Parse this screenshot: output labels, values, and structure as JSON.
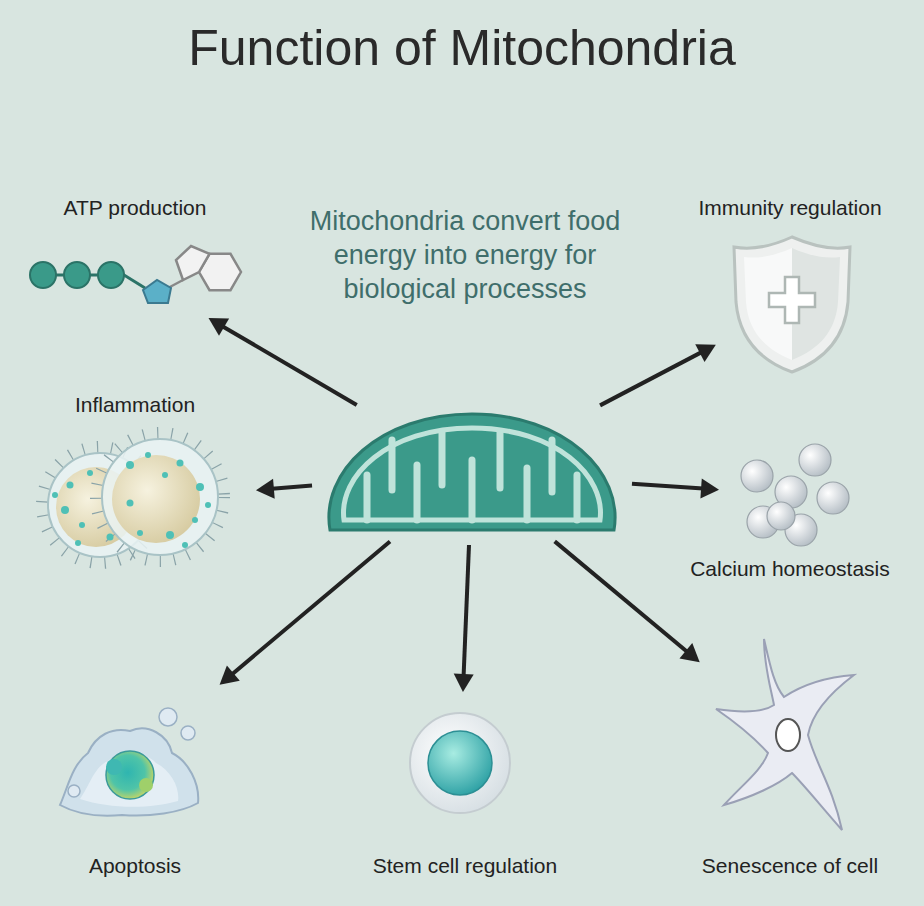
{
  "diagram": {
    "title": "Function of Mitochondria",
    "nodes": [
      {
        "text": [
          "Mitochondria convert food energy into energy for biological processes"
        ]
      },
      {
        "text": [
          "ATP production"
        ]
      },
      {
        "text": [
          "Immunity regulation"
        ]
      },
      {
        "text": [
          "Inflammation"
        ]
      },
      {
        "text": [
          "Calcium homeostasis"
        ]
      },
      {
        "text": [
          "Apoptosis"
        ]
      },
      {
        "text": [
          "Stem cell regulation"
        ]
      },
      {
        "text": [
          "Senescence of cell"
        ]
      }
    ],
    "edges": [
      {
        "from": 0,
        "to": 1,
        "arrow": "to"
      },
      {
        "from": 0,
        "to": 2,
        "arrow": "to"
      },
      {
        "from": 0,
        "to": 3,
        "arrow": "to"
      },
      {
        "from": 0,
        "to": 4,
        "arrow": "to"
      },
      {
        "from": 0,
        "to": 5,
        "arrow": "to"
      },
      {
        "from": 0,
        "to": 6,
        "arrow": "to"
      },
      {
        "from": 0,
        "to": 7,
        "arrow": "to"
      }
    ]
  }
}
